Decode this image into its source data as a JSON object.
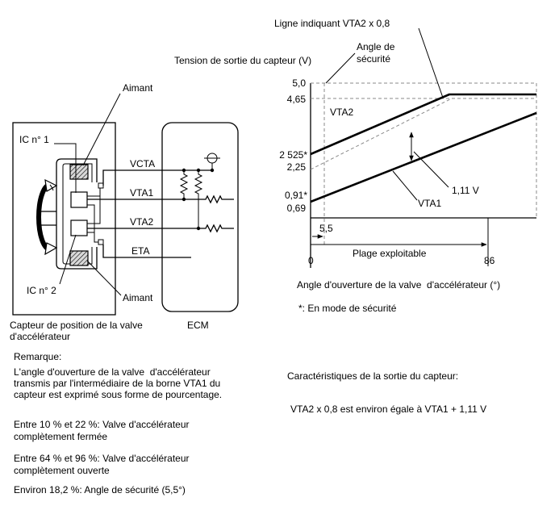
{
  "sensor": {
    "magnet_top": "Aimant",
    "ic1": "IC n° 1",
    "ic2": "IC n° 2",
    "magnet_bottom": "Aimant",
    "caption": [
      "Capteur de position de la valve",
      "d'accélérateur"
    ]
  },
  "wires": {
    "vcta": "VCTA",
    "vta1": "VTA1",
    "vta2": "VTA2",
    "eta": "ETA"
  },
  "ecm": {
    "label": "ECM"
  },
  "notes": {
    "title": "Remarque:",
    "intro": [
      "L'angle d'ouverture de la valve  d'accélérateur",
      "transmis par l'intermédiaire de la borne VTA1 du",
      "capteur est exprimé sous forme de pourcentage."
    ],
    "closed": [
      "Entre 10 % et 22 %: Valve d'accélérateur",
      "complètement fermée"
    ],
    "open": [
      "Entre 64 % et 96 %: Valve d'accélérateur",
      "complètement ouverte"
    ],
    "safety": "Environ 18,2 %: Angle de sécurité (5,5°)"
  },
  "graph": {
    "line_note": "Ligne indiquant VTA2 x 0,8",
    "safety_angle": [
      "Angle de",
      "sécurité"
    ],
    "y_title": "Tension de sortie du capteur (V)",
    "y_ticks": [
      "5,0",
      "4,65",
      "2 525*",
      "2,25",
      "0,91*",
      "0,69"
    ],
    "vta2_label": "VTA2",
    "delta_label": "1,11 V",
    "vta1_label": "VTA1",
    "x_safety": "5,5",
    "x_min": "0",
    "range_label": "Plage exploitable",
    "x_max": "86",
    "x_title": "Angle d'ouverture de la valve  d'accélérateur (°)",
    "footnote": "*: En mode de sécurité"
  },
  "characteristics": {
    "title": "Caractéristiques de la sortie du capteur:",
    "formula": "VTA2 x 0,8 est environ égale à VTA1 + 1,11 V"
  }
}
